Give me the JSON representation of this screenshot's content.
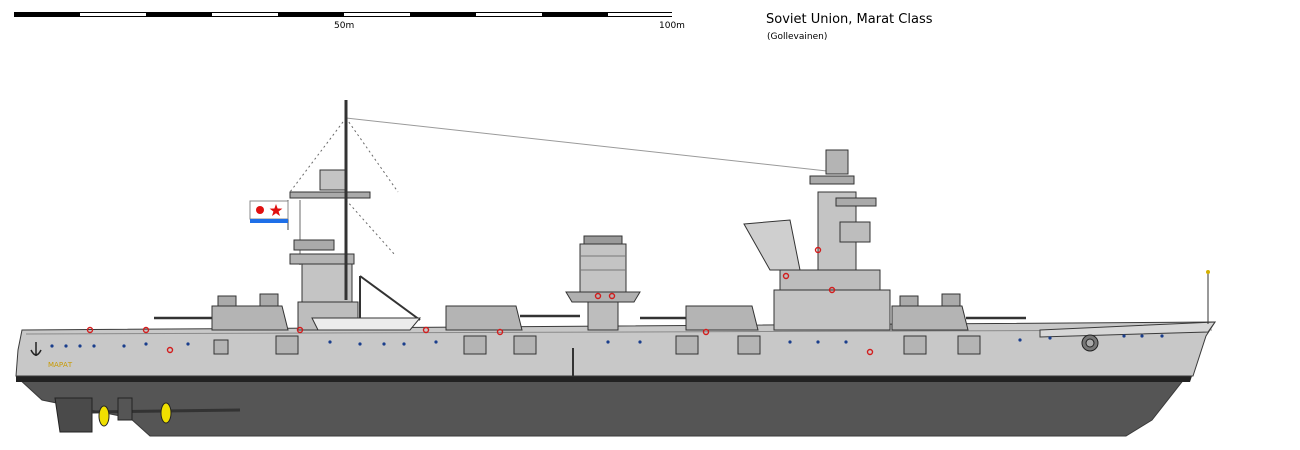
{
  "scale": {
    "mark_mid": "50m",
    "mark_end": "100m"
  },
  "title": "Soviet Union, Marat Class",
  "author": "(Gollevainen)",
  "hull_name": "МАРАТ",
  "colors": {
    "hull_upper": "#c8c8c8",
    "hull_lower": "#555555",
    "deck": "#d7d7d7",
    "boot_top": "#222222",
    "superstructure": "#bdbdbd",
    "turret": "#b4b4b4",
    "outline": "#3a3a3a",
    "porthole": "#1a3e8c",
    "lifebuoy": "#d21c1c",
    "flag_red": "#e01010",
    "flag_blue": "#1e6fe8",
    "propeller": "#f0e000"
  }
}
